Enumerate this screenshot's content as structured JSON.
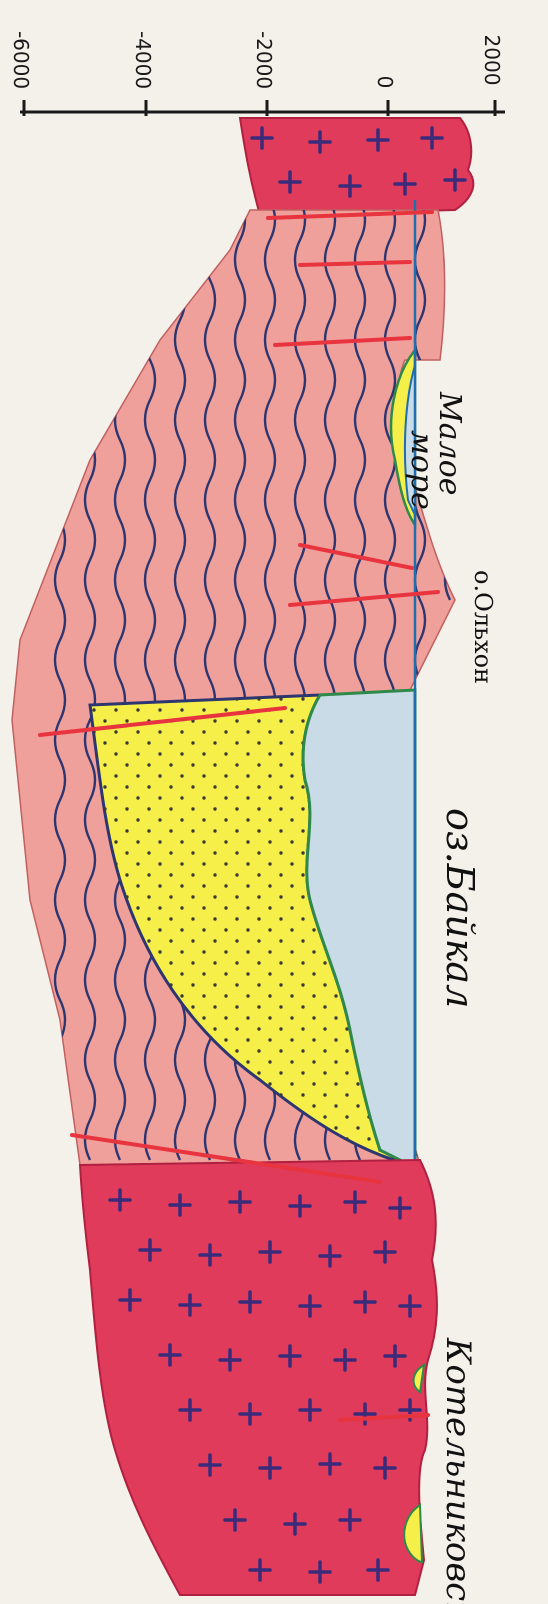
{
  "scale": {
    "ticks": [
      "2000",
      "0",
      "-2000",
      "-4000",
      "-6000"
    ]
  },
  "labels": {
    "maloe_more_1": "Малое",
    "maloe_more_2": "море",
    "olkhon": "о.Ольхон",
    "baikal": "оз.Байкал",
    "kotelnikovsky": "Котельниковский"
  },
  "legend_colors": {
    "granite": "#e03b5a",
    "metamorphic": "#f0a09a",
    "sediments": "#f6ef4a",
    "water": "#c9dbe6",
    "fault": "#e8343f",
    "wavy_lines": "#2d3670",
    "water_line": "#1f6fb0"
  }
}
